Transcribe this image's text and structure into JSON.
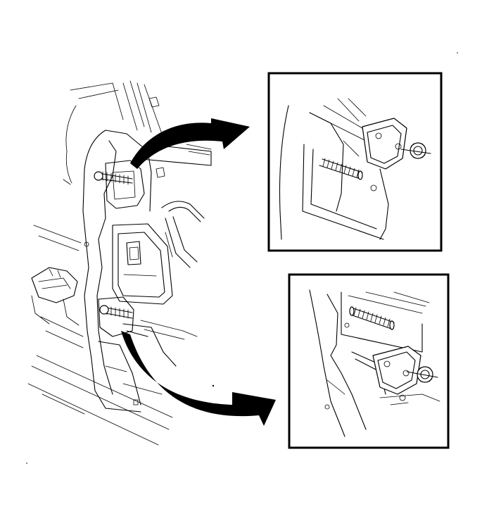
{
  "figure": {
    "description_visible_text": "",
    "colors": {
      "line": "#000000",
      "background": "#ffffff"
    }
  },
  "callouts": [
    {
      "id": "upper",
      "subject": "upper-hinge-bolt-detail"
    },
    {
      "id": "lower",
      "subject": "lower-hinge-bolt-detail"
    }
  ]
}
